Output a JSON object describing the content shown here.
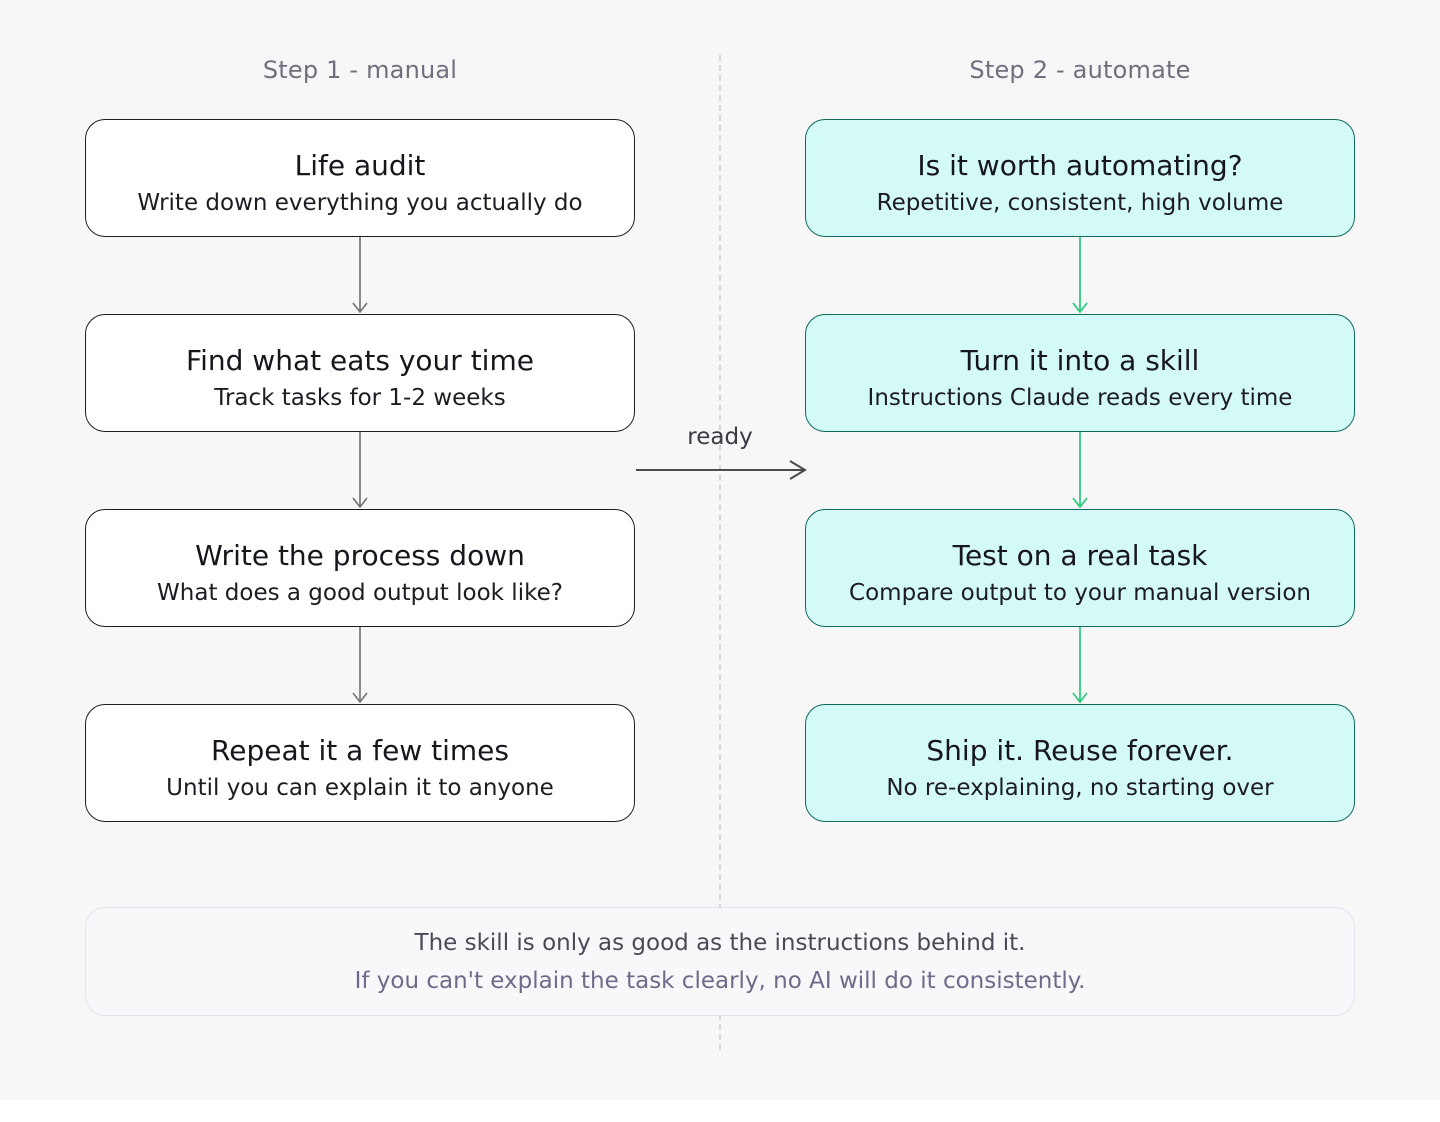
{
  "columns": {
    "left_title": "Step 1 - manual",
    "right_title": "Step 2 - automate"
  },
  "manual_steps": [
    {
      "title": "Life audit",
      "subtitle": "Write down everything you actually do"
    },
    {
      "title": "Find what eats your time",
      "subtitle": "Track tasks for 1-2 weeks"
    },
    {
      "title": "Write the process down",
      "subtitle": "What does a good output look like?"
    },
    {
      "title": "Repeat it a few times",
      "subtitle": "Until you can explain it to anyone"
    }
  ],
  "automate_steps": [
    {
      "title": "Is it worth automating?",
      "subtitle": "Repetitive, consistent, high volume"
    },
    {
      "title": "Turn it into a skill",
      "subtitle": "Instructions Claude reads every time"
    },
    {
      "title": "Test on a real task",
      "subtitle": "Compare output to your manual version"
    },
    {
      "title": "Ship it. Reuse forever.",
      "subtitle": "No re-explaining, no starting over"
    }
  ],
  "transition": {
    "label": "ready"
  },
  "note": {
    "line1": "The skill is only as good as the instructions behind it.",
    "line2": "If you can't explain the task clearly, no AI will do it consistently."
  },
  "colors": {
    "manual_border": "#1e1e24",
    "automate_fill": "#d4faf8",
    "automate_border": "#0f6b5a",
    "manual_arrow": "#707070",
    "automate_arrow": "#2ecc80"
  }
}
